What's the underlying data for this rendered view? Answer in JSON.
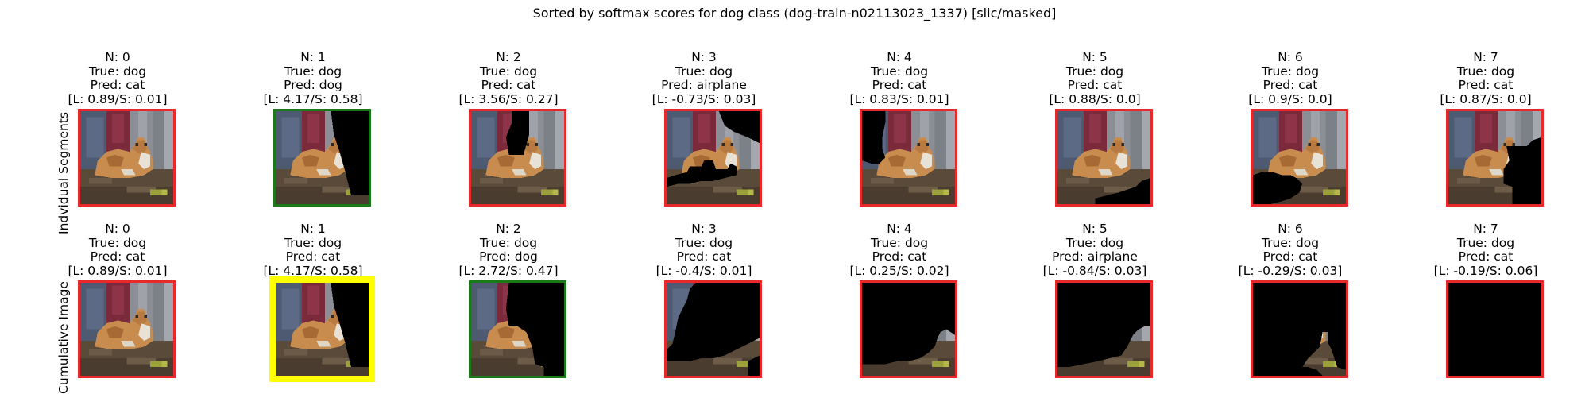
{
  "title": "Sorted by softmax scores for dog class (dog-train-n02113023_1337) [slic/masked]",
  "row_labels": [
    "Indvidual Segments",
    "Cumulative Image"
  ],
  "colors": {
    "border_wrong": "#e8282b",
    "border_correct": "#1a7a1a",
    "border_highlight": "#ffff00"
  },
  "rows": [
    {
      "name": "individual",
      "cells": [
        {
          "n": "N: 0",
          "true_label": "True: dog",
          "pred": "Pred: cat",
          "score": "[L: 0.89/S: 0.01]",
          "border": "red",
          "mask": "none"
        },
        {
          "n": "N: 1",
          "true_label": "True: dog",
          "pred": "Pred: dog",
          "score": "[L: 4.17/S: 0.58]",
          "border": "green",
          "mask": "i1"
        },
        {
          "n": "N: 2",
          "true_label": "True: dog",
          "pred": "Pred: cat",
          "score": "[L: 3.56/S: 0.27]",
          "border": "red",
          "mask": "i2"
        },
        {
          "n": "N: 3",
          "true_label": "True: dog",
          "pred": "Pred: airplane",
          "score": "[L: -0.73/S: 0.03]",
          "border": "red",
          "mask": "i3"
        },
        {
          "n": "N: 4",
          "true_label": "True: dog",
          "pred": "Pred: cat",
          "score": "[L: 0.83/S: 0.01]",
          "border": "red",
          "mask": "i4"
        },
        {
          "n": "N: 5",
          "true_label": "True: dog",
          "pred": "Pred: cat",
          "score": "[L: 0.88/S: 0.0]",
          "border": "red",
          "mask": "i5"
        },
        {
          "n": "N: 6",
          "true_label": "True: dog",
          "pred": "Pred: cat",
          "score": "[L: 0.9/S: 0.0]",
          "border": "red",
          "mask": "i6"
        },
        {
          "n": "N: 7",
          "true_label": "True: dog",
          "pred": "Pred: cat",
          "score": "[L: 0.87/S: 0.0]",
          "border": "red",
          "mask": "i7"
        }
      ]
    },
    {
      "name": "cumulative",
      "cells": [
        {
          "n": "N: 0",
          "true_label": "True: dog",
          "pred": "Pred: cat",
          "score": "[L: 0.89/S: 0.01]",
          "border": "red",
          "mask": "none"
        },
        {
          "n": "N: 1",
          "true_label": "True: dog",
          "pred": "Pred: cat",
          "score": "[L: 4.17/S: 0.58]",
          "border": "yellow",
          "mask": "c1"
        },
        {
          "n": "N: 2",
          "true_label": "True: dog",
          "pred": "Pred: dog",
          "score": "[L: 2.72/S: 0.47]",
          "border": "green",
          "mask": "c2"
        },
        {
          "n": "N: 3",
          "true_label": "True: dog",
          "pred": "Pred: cat",
          "score": "[L: -0.4/S: 0.01]",
          "border": "red",
          "mask": "c3"
        },
        {
          "n": "N: 4",
          "true_label": "True: dog",
          "pred": "Pred: cat",
          "score": "[L: 0.25/S: 0.02]",
          "border": "red",
          "mask": "c4"
        },
        {
          "n": "N: 5",
          "true_label": "True: dog",
          "pred": "Pred: airplane",
          "score": "[L: -0.84/S: 0.03]",
          "border": "red",
          "mask": "c5"
        },
        {
          "n": "N: 6",
          "true_label": "True: dog",
          "pred": "Pred: cat",
          "score": "[L: -0.29/S: 0.03]",
          "border": "red",
          "mask": "c6"
        },
        {
          "n": "N: 7",
          "true_label": "True: dog",
          "pred": "Pred: cat",
          "score": "[L: -0.19/S: 0.06]",
          "border": "red",
          "mask": "c7"
        }
      ]
    }
  ]
}
